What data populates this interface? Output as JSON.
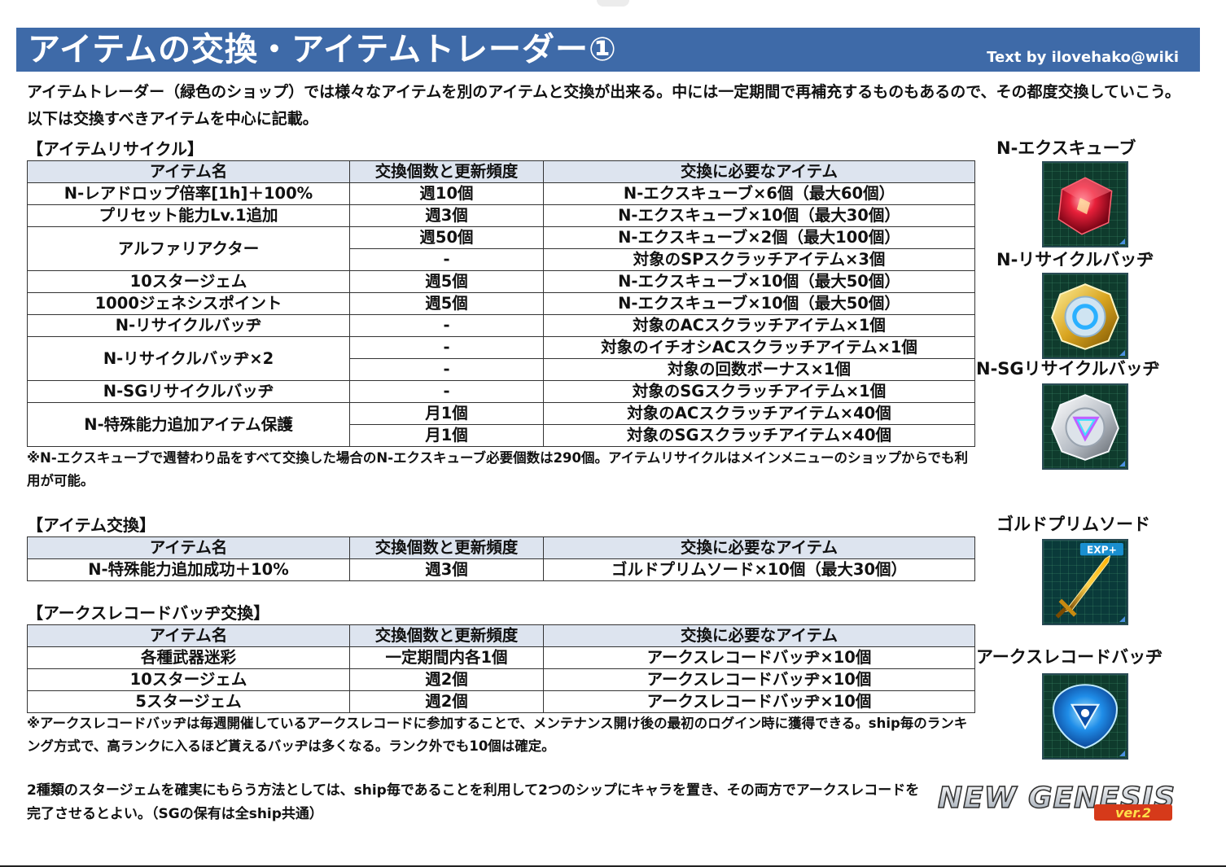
{
  "header": {
    "title": "アイテムの交換・アイテムトレーダー①",
    "credit": "Text by ilovehako@wiki"
  },
  "intro": "アイテムトレーダー（緑色のショップ）では様々なアイテムを別のアイテムと交換が出来る。中には一定期間で再補充するものもあるので、その都度交換していこう。以下は交換すべきアイテムを中心に記載。",
  "columns": [
    "アイテム名",
    "交換個数と更新頻度",
    "交換に必要なアイテム"
  ],
  "recycle": {
    "title": "【アイテムリサイクル】",
    "rows": [
      {
        "name": "N-レアドロップ倍率[1h]＋100%",
        "freq": "週10個",
        "cost": "N-エクスキューブ×6個（最大60個）"
      },
      {
        "name": "プリセット能力Lv.1追加",
        "freq": "週3個",
        "cost": "N-エクスキューブ×10個（最大30個）"
      },
      {
        "name": "アルファリアクター",
        "freq": "週50個",
        "cost": "N-エクスキューブ×2個（最大100個）"
      },
      {
        "name": "",
        "freq": "-",
        "cost": "対象のSPスクラッチアイテム×3個"
      },
      {
        "name": "10スタージェム",
        "freq": "週5個",
        "cost": "N-エクスキューブ×10個（最大50個）"
      },
      {
        "name": "1000ジェネシスポイント",
        "freq": "週5個",
        "cost": "N-エクスキューブ×10個（最大50個）"
      },
      {
        "name": "N-リサイクルバッヂ",
        "freq": "-",
        "cost": "対象のACスクラッチアイテム×1個"
      },
      {
        "name": "N-リサイクルバッヂ×2",
        "freq": "-",
        "cost": "対象のイチオシACスクラッチアイテム×1個"
      },
      {
        "name": "",
        "freq": "-",
        "cost": "対象の回数ボーナス×1個"
      },
      {
        "name": "N-SGリサイクルバッヂ",
        "freq": "-",
        "cost": "対象のSGスクラッチアイテム×1個"
      },
      {
        "name": "N-特殊能力追加アイテム保護",
        "freq": "月1個",
        "cost": "対象のACスクラッチアイテム×40個"
      },
      {
        "name": "",
        "freq": "月1個",
        "cost": "対象のSGスクラッチアイテム×40個"
      }
    ],
    "note": "※N-エクスキューブで週替わり品をすべて交換した場合のN-エクスキューブ必要個数は290個。アイテムリサイクルはメインメニューのショップからでも利用が可能。"
  },
  "exchange": {
    "title": "【アイテム交換】",
    "rows": [
      {
        "name": "N-特殊能力追加成功＋10%",
        "freq": "週3個",
        "cost": "ゴルドプリムソード×10個（最大30個）"
      }
    ]
  },
  "arks": {
    "title": "【アークスレコードバッヂ交換】",
    "rows": [
      {
        "name": "各種武器迷彩",
        "freq": "一定期間内各1個",
        "cost": "アークスレコードバッヂ×10個"
      },
      {
        "name": "10スタージェム",
        "freq": "週2個",
        "cost": "アークスレコードバッヂ×10個"
      },
      {
        "name": "5スタージェム",
        "freq": "週2個",
        "cost": "アークスレコードバッヂ×10個"
      }
    ],
    "note": "※アークスレコードバッヂは毎週開催しているアークスレコードに参加することで、メンテナンス開け後の最初のログイン時に獲得できる。ship毎のランキング方式で、高ランクに入るほど貰えるバッヂは多くなる。ランク外でも10個は確定。"
  },
  "bottom_note": "2種類のスタージェムを確実にもらう方法としては、ship毎であることを利用して2つのシップにキャラを置き、その両方でアークスレコードを完了させるとよい。（SGの保有は全ship共通）",
  "side_items": [
    {
      "label": "N-エクスキューブ",
      "icon": "red-cube-icon"
    },
    {
      "label": "N-リサイクルバッヂ",
      "icon": "gold-badge-icon"
    },
    {
      "label": "N-SGリサイクルバッヂ",
      "icon": "silver-badge-icon"
    },
    {
      "label": "ゴルドプリムソード",
      "icon": "golden-sword-icon",
      "badge": "EXP+"
    },
    {
      "label": "アークスレコードバッヂ",
      "icon": "blue-badge-icon"
    }
  ],
  "logo": {
    "main": "NEW GENESIS",
    "sub": "ver.2"
  },
  "colors": {
    "header": "#3e6aa8",
    "table_header": "#dde4ef"
  }
}
